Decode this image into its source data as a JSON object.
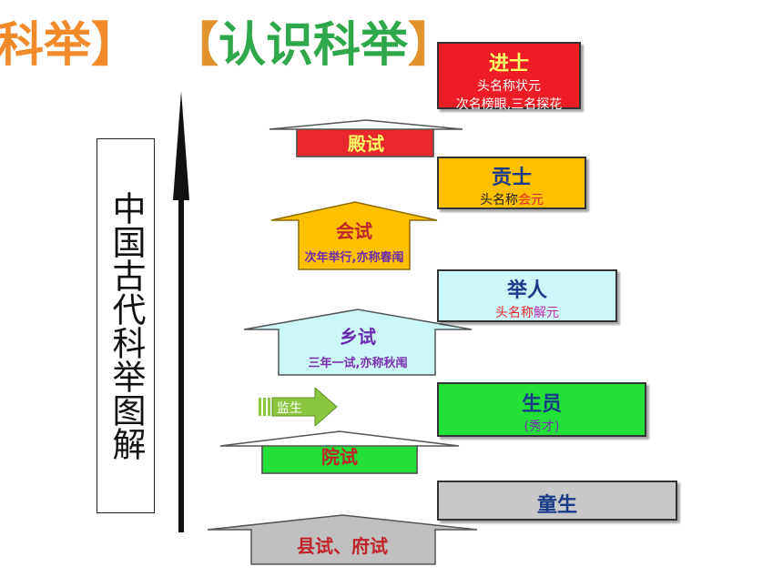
{
  "title": {
    "left_part": "科举】",
    "bracket_open": "【",
    "main": "认识科举",
    "bracket_close": "】"
  },
  "vertical_label": "中国古代科举图解",
  "stages": [
    {
      "id": "dianshi",
      "label": "殿试",
      "note": "",
      "color": "#e8282c",
      "text_color": "#ffff66"
    },
    {
      "id": "huishi",
      "label": "会试",
      "note": "次年举行,亦称春闱",
      "color": "#ffc000",
      "text_color": "#c0232a",
      "note_color": "#6a2bb0"
    },
    {
      "id": "xiangshi",
      "label": "乡试",
      "note": "三年一试,亦称秋闱",
      "color": "#ccf7f8",
      "text_color": "#6a2bb0",
      "note_color": "#7a2fb0"
    },
    {
      "id": "yuanshi",
      "label": "院试",
      "note": "",
      "color": "#22e037",
      "text_color": "#c0232a"
    },
    {
      "id": "xianshi",
      "label": "县试、府试",
      "note": "",
      "color": "#bfbfbf",
      "text_color": "#c0232a"
    }
  ],
  "ranks": [
    {
      "id": "jinshi",
      "name": "进士",
      "desc1": "头名称状元",
      "desc2": "次名榜眼,三名探花",
      "color": "#ee1c24",
      "name_color": "#ffff66",
      "desc_color": "#ffffff"
    },
    {
      "id": "gongshi",
      "name": "贡士",
      "desc_prefix": "头名称",
      "desc_highlight": "会元",
      "color": "#ffc000",
      "name_color": "#1a3a8a",
      "desc_color": "#222222",
      "highlight_color": "#e8282c"
    },
    {
      "id": "juren",
      "name": "举人",
      "desc_prefix": "头名称",
      "desc_highlight": "解元",
      "color": "#ccf7f8",
      "name_color": "#1a3a8a",
      "desc_color": "#e8282c",
      "highlight_color": "#c02bb0"
    },
    {
      "id": "shengyuan",
      "name": "生员",
      "desc": "(秀才)",
      "color": "#22e037",
      "name_color": "#1a3a8a",
      "desc_color": "#7a2fb0"
    },
    {
      "id": "tongsheng",
      "name": "童生",
      "color": "#c8c8c8",
      "name_color": "#1a3a8a"
    }
  ],
  "jiansheng": {
    "label": "监生",
    "color": "#8cc63f"
  }
}
